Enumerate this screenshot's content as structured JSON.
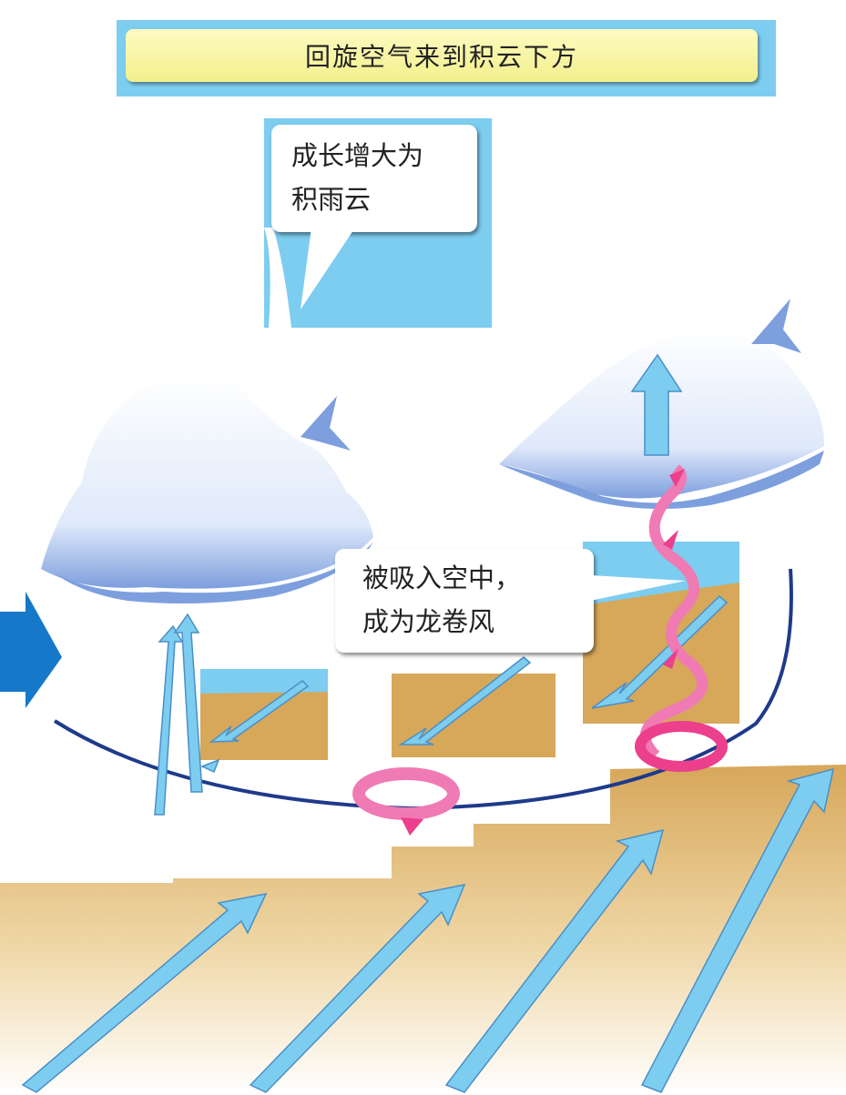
{
  "banner": {
    "title": "回旋空气来到积云下方"
  },
  "callouts": {
    "grow": {
      "line1": "成长增大为",
      "line2": "积雨云"
    },
    "suck": {
      "line1": "被吸入空中，",
      "line2": "成为龙卷风"
    }
  },
  "colors": {
    "sky": "#7dcdf0",
    "ground": "#d7a75a",
    "arrow_blue": "#7dcdf0",
    "arrow_pink": "#f07ab3",
    "swirl_pink": "#ec3f8c",
    "orbit_line": "#1e3a8a",
    "incoming_arrow": "#1578c8",
    "cloud_shade": "#7d9fde"
  }
}
